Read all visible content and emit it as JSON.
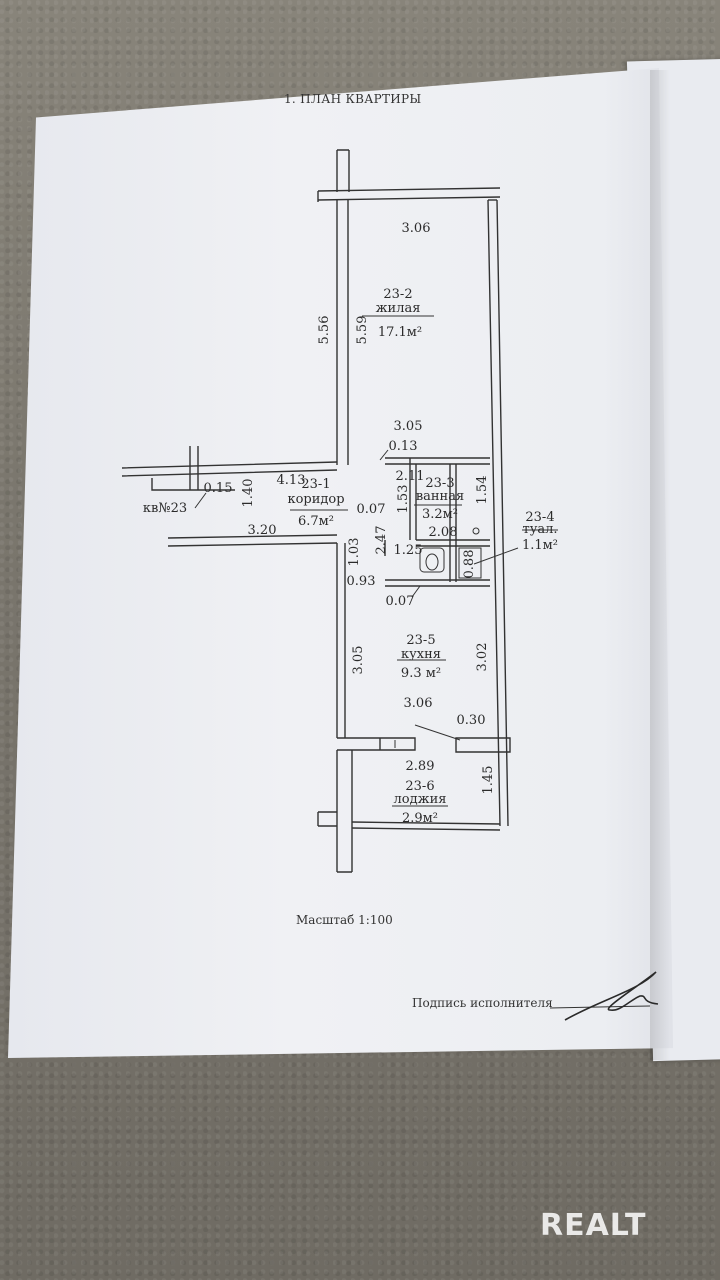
{
  "document": {
    "title": "1. ПЛАН КВАРТИРЫ",
    "scale": "Масштаб 1:100",
    "signature_label": "Подпись исполнителя"
  },
  "rooms": [
    {
      "id": "23-2",
      "name": "жилая",
      "area": "17.1м²"
    },
    {
      "id": "23-1",
      "name": "коридор",
      "area": "6.7м²"
    },
    {
      "id": "23-3",
      "name": "ванная",
      "area": "3.2м²"
    },
    {
      "id": "23-4",
      "name": "туал.",
      "area": "1.1м²"
    },
    {
      "id": "23-5",
      "name": "кухня",
      "area": "9.3 м²"
    },
    {
      "id": "23-6",
      "name": "лоджия",
      "area": "2.9м²"
    }
  ],
  "neighbor": "кв№23",
  "dimensions": {
    "d306_top": "3.06",
    "d556": "5.56",
    "d559": "5.59",
    "d305_a": "3.05",
    "d013": "0.13",
    "d413": "4.13",
    "d211": "2.11",
    "d015": "0.15",
    "d140": "1.40",
    "d153": "1.53",
    "d154": "1.54",
    "d007_a": "0.07",
    "d320": "3.20",
    "d247": "2.47",
    "d208": "2.08",
    "d125": "1.25",
    "d088": "0.88",
    "d103": "1.03",
    "d093": "0.93",
    "d007_b": "0.07",
    "d305_b": "3.05",
    "d302": "3.02",
    "d306_bottom": "3.06",
    "d030": "0.30",
    "d289": "2.89",
    "d145": "1.45"
  },
  "watermark": "REALT"
}
